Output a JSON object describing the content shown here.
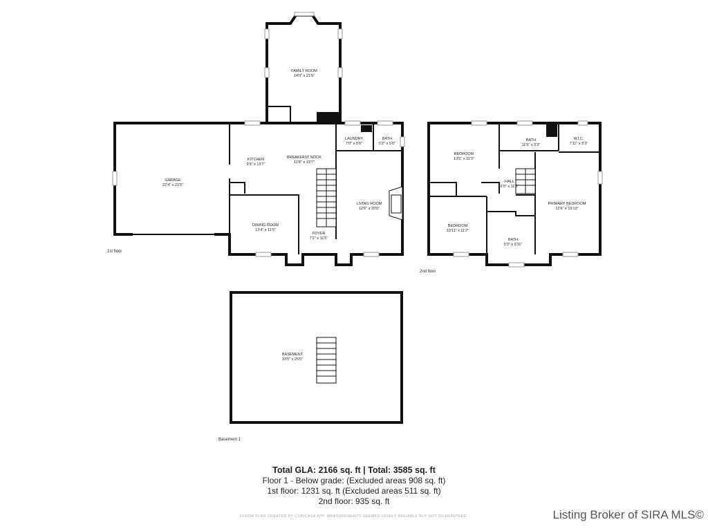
{
  "rooms": {
    "family_room": {
      "name": "FAMILY ROOM",
      "dim": "14'0\" x 21'5\""
    },
    "garage": {
      "name": "GARAGE",
      "dim": "22'4\" x 21'5\""
    },
    "kitchen": {
      "name": "KITCHEN",
      "dim": "9'3\" x 13'7\""
    },
    "breakfast_nook": {
      "name": "BREAKFAST NOOK",
      "dim": "11'8\" x 13'7\""
    },
    "laundry": {
      "name": "LAUNDRY",
      "dim": "7'0\" x 5'0\""
    },
    "bath1": {
      "name": "BATH",
      "dim": "5'2\" x 5'0\""
    },
    "living_room": {
      "name": "LIVING ROOM",
      "dim": "12'6\" x 20'0\""
    },
    "dining_room": {
      "name": "DINING ROOM",
      "dim": "13'4\" x 11'5\""
    },
    "foyer": {
      "name": "FOYER",
      "dim": "7'2\" x 11'5\""
    },
    "bedroom1": {
      "name": "BEDROOM",
      "dim": "13'5\" x 11'3\""
    },
    "bath2": {
      "name": "BATH",
      "dim": "11'5\" x 5'3\""
    },
    "wic": {
      "name": "W.I.C.",
      "dim": "7'11\" x 5'3\""
    },
    "hall": {
      "name": "HALL",
      "dim": "6'9\" x 11'8\""
    },
    "primary_bedroom": {
      "name": "PRIMARY BEDROOM",
      "dim": "12'6\" x 19'10\""
    },
    "bedroom2": {
      "name": "BEDROOM",
      "dim": "10'11\" x 11'2\""
    },
    "bath3": {
      "name": "BATH",
      "dim": "9'3\" x 9'11\""
    },
    "basement": {
      "name": "BASEMENT",
      "dim": "33'5\" x 25'5\""
    }
  },
  "floor_labels": {
    "first": "1st floor",
    "second": "2nd floor",
    "basement": "Basement 1"
  },
  "summary": {
    "line1": "Total GLA: 2166 sq. ft | Total: 3585 sq. ft",
    "line2": "Floor 1 - Below grade: (Excluded areas 908 sq. ft)",
    "line3": "1st floor: 1231 sq. ft (Excluded areas 511 sq. ft)",
    "line4": "2nd floor: 935 sq. ft"
  },
  "disclaimer": "FLOOR PLAN CREATED BY CUBICASA APP. MEASUREMENTS DEEMED HIGHLY RELIABLE BUT NOT GUARANTEED.",
  "watermark": "Listing Broker of SIRA MLS©"
}
